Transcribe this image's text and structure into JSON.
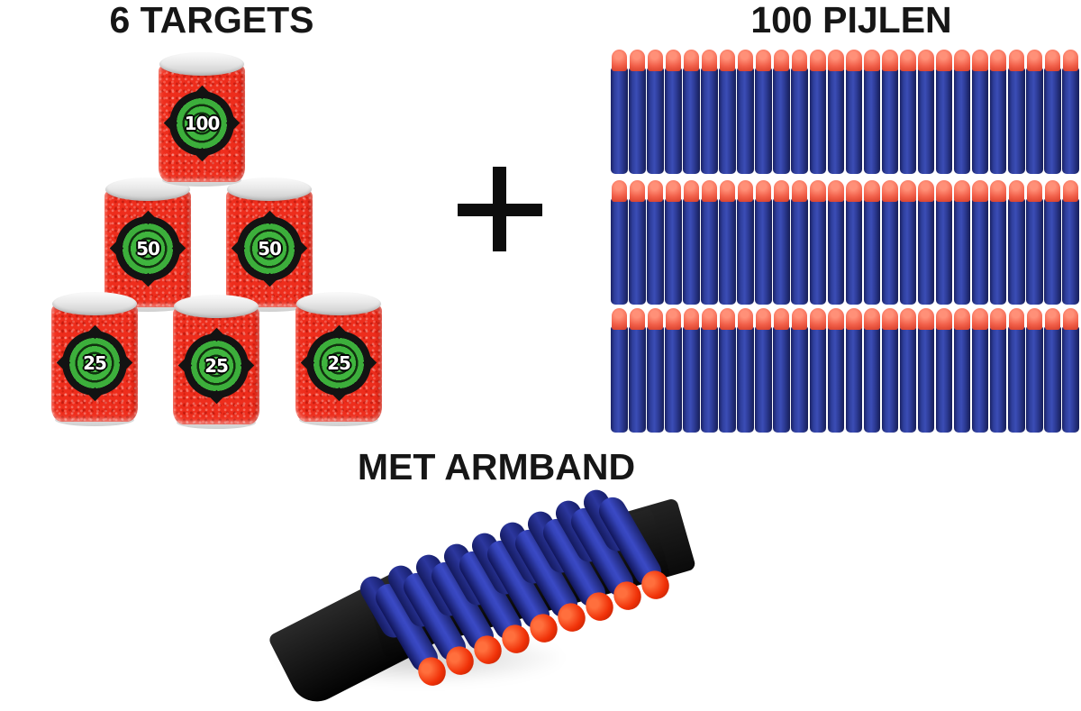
{
  "page": {
    "background": "#ffffff",
    "text_color": "#161616"
  },
  "targets_section": {
    "title": "6 TARGETS",
    "can_count": 6,
    "cans": [
      {
        "value": "100"
      },
      {
        "value": "50"
      },
      {
        "value": "50"
      },
      {
        "value": "25"
      },
      {
        "value": "25"
      },
      {
        "value": "25"
      }
    ],
    "colors": {
      "can_red": "#ee2d1c",
      "ring_green": "#3fb53e",
      "ring_black": "#131313",
      "lid_gray": "#dedede",
      "number_color": "#ffffff"
    }
  },
  "plus": {
    "symbol": "+",
    "color": "#0d0d0d"
  },
  "darts_section": {
    "title": "100 PIJLEN",
    "rows": 3,
    "darts_per_row": 26,
    "colors": {
      "body_blue": "#2c3a94",
      "tip_orange": "#f2614b"
    }
  },
  "armband_section": {
    "title": "MET ARMBAND",
    "darts_on_band": 9,
    "colors": {
      "band_black": "#141414",
      "dart_blue": "#3443b8",
      "tip_red": "#f03108"
    }
  }
}
